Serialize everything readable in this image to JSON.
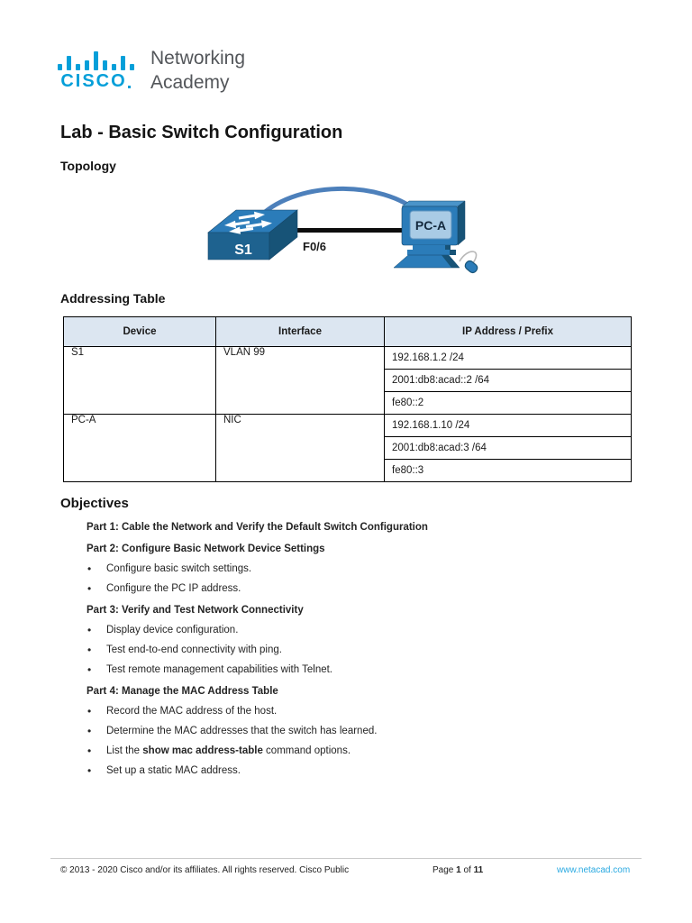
{
  "logo": {
    "brand": "CISCO",
    "academy_line1": "Networking",
    "academy_line2": "Academy",
    "brand_color": "#049fd9",
    "text_color": "#53565a"
  },
  "document": {
    "title": "Lab - Basic Switch Configuration",
    "topology_heading": "Topology",
    "addressing_heading": "Addressing Table",
    "objectives_heading": "Objectives"
  },
  "topology": {
    "switch_label": "S1",
    "link_label": "F0/6",
    "pc_label": "PC-A",
    "colors": {
      "device_blue": "#2b7cb9",
      "device_dark": "#1e628f",
      "device_darker": "#175377",
      "screen_blue": "#a9cbe5",
      "console_cable_blue": "#4d80bb",
      "ethernet_black": "#0d0d0d"
    }
  },
  "addressing_table": {
    "headers": [
      "Device",
      "Interface",
      "IP Address / Prefix"
    ],
    "rows": [
      {
        "device": "S1",
        "interface": "VLAN 99",
        "ips": [
          "192.168.1.2 /24",
          "2001:db8:acad::2 /64",
          "fe80::2"
        ]
      },
      {
        "device": "PC-A",
        "interface": "NIC",
        "ips": [
          "192.168.1.10 /24",
          "2001:db8:acad:3 /64",
          "fe80::3"
        ]
      }
    ]
  },
  "objectives": {
    "parts": [
      {
        "heading": "Part 1: Cable the Network and Verify the Default Switch Configuration"
      },
      {
        "heading": "Part 2: Configure Basic Network Device Settings",
        "bullets": [
          "Configure basic switch settings.",
          "Configure the PC IP address."
        ]
      },
      {
        "heading": "Part 3: Verify and Test Network Connectivity",
        "bullets": [
          "Display device configuration.",
          "Test end-to-end connectivity with ping.",
          "Test remote management capabilities with Telnet."
        ]
      },
      {
        "heading": "Part 4: Manage the MAC Address Table",
        "bullets": [
          "Record the MAC address of the host.",
          "Determine the MAC addresses that the switch has learned."
        ],
        "command_bullet": {
          "pre": "List the ",
          "command": "show mac address-table",
          "post": " command options."
        },
        "last_bullet": "Set up a static MAC address."
      }
    ]
  },
  "footer": {
    "copyright": "© 2013 - 2020 Cisco and/or its affiliates. All rights reserved. Cisco Public",
    "page_prefix": "Page ",
    "page_number": "1",
    "page_of": " of ",
    "page_total": "11",
    "website": "www.netacad.com",
    "link_color": "#29a9e1"
  }
}
